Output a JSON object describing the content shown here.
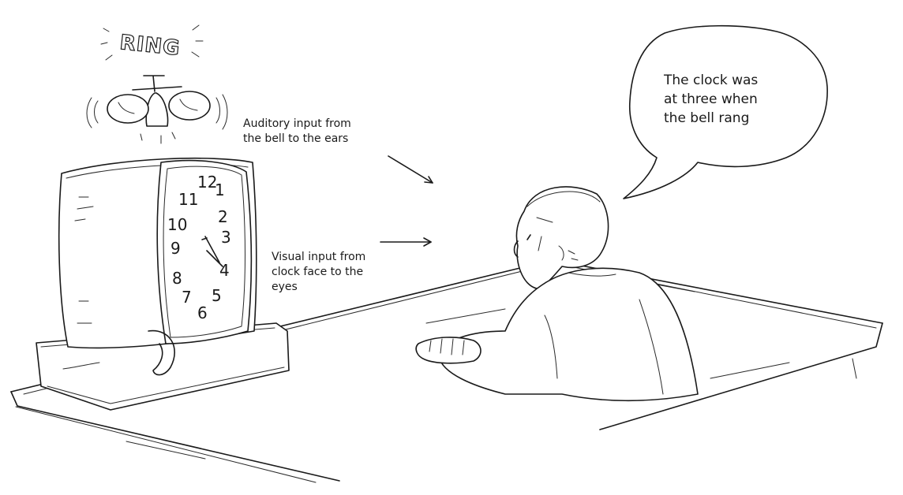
{
  "bell": {
    "sound_word": "RING"
  },
  "clock": {
    "numerals": [
      "12",
      "1",
      "2",
      "3",
      "4",
      "5",
      "6",
      "7",
      "8",
      "9",
      "10",
      "11"
    ]
  },
  "captions": {
    "auditory": [
      "Auditory input from",
      "the bell to the ears"
    ],
    "visual": [
      "Visual input from",
      "clock face to the",
      "eyes"
    ]
  },
  "speech_bubble": {
    "lines": [
      "The clock was",
      "at three when",
      "the bell rang"
    ]
  },
  "icons": [
    "bell-icon",
    "clock-illustration",
    "person-illustration",
    "table-illustration",
    "speech-bubble",
    "arrow"
  ]
}
